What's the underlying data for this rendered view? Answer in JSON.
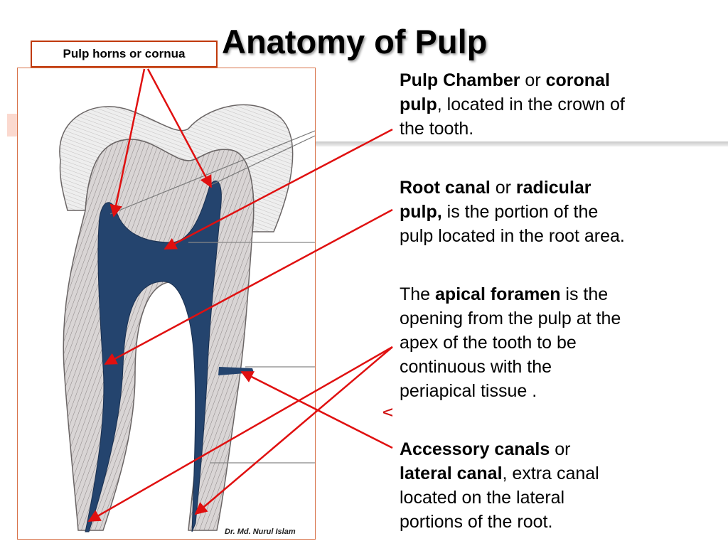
{
  "title": "Anatomy of Pulp",
  "callout_label": "Pulp horns or cornua",
  "credit": "Dr. Md. Nurul Islam",
  "colors": {
    "arrow": "#e01010",
    "pulp": "#24446e",
    "frame": "#d8734a",
    "callout_border": "#c0390b"
  },
  "labels": {
    "pulp_chamber": {
      "l1_b1": "Pulp Chamber",
      "l1_t1": " or ",
      "l1_b2": "coronal",
      "l2_b1": "pulp",
      "l2_t1": ", located in the crown of",
      "l3_t1": "the tooth."
    },
    "root_canal": {
      "l1_b1": "Root canal",
      "l1_t1": " or ",
      "l1_b2": "radicular",
      "l2_b1": "pulp,",
      "l2_t1": " is the portion of the",
      "l3_t1": "pulp located in the root area."
    },
    "apical_foramen": {
      "l1_t1": "The ",
      "l1_b1": "apical foramen",
      "l1_t2": " is the",
      "l2_t1": "opening from the pulp at the",
      "l3_t1": "apex of the tooth to be",
      "l4_t1": "continuous with the",
      "l5_t1": "periapical tissue ."
    },
    "accessory_canals": {
      "l1_b1": "Accessory canals",
      "l1_t1": " or",
      "l2_b1": "lateral canal",
      "l2_t1": ", extra canal",
      "l3_t1": "located on the lateral",
      "l4_t1": "portions of the root."
    }
  },
  "stray_mark": "v"
}
